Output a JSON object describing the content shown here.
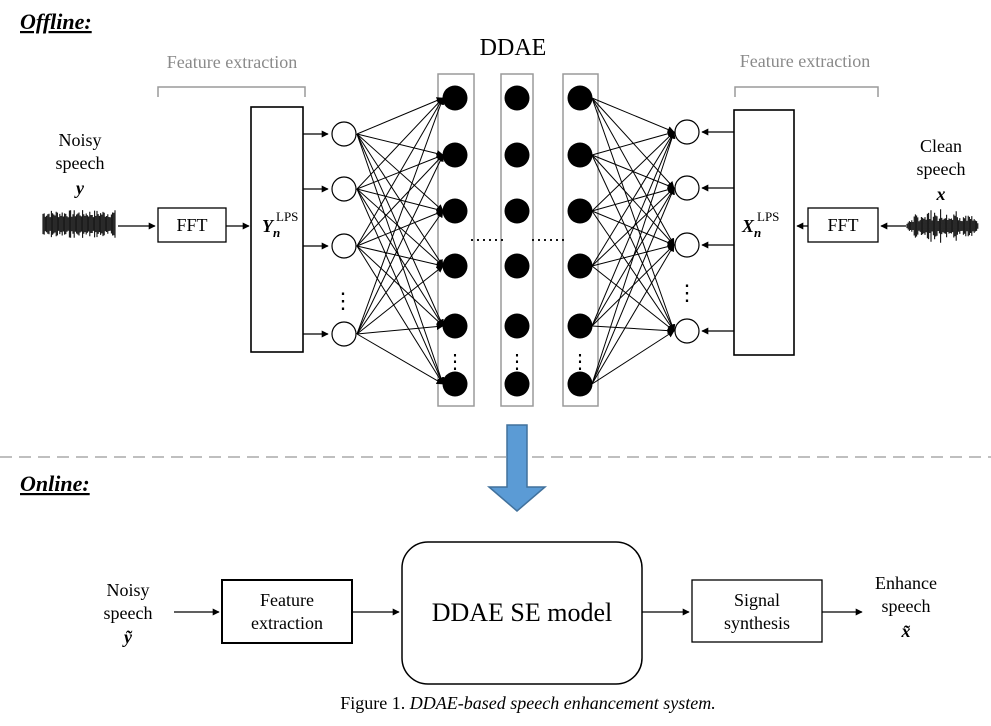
{
  "sections": {
    "offline": "Offline:",
    "online": "Online:"
  },
  "offline": {
    "ddae_title": "DDAE",
    "feature_extraction_left": "Feature extraction",
    "feature_extraction_right": "Feature extraction",
    "noisy_line1": "Noisy",
    "noisy_line2": "speech",
    "noisy_var": "y",
    "clean_line1": "Clean",
    "clean_line2": "speech",
    "clean_var": "x",
    "fft_left": "FFT",
    "fft_right": "FFT",
    "y_main": "Y",
    "y_sub": "n",
    "y_sup": "LPS",
    "x_main": "X",
    "x_sub": "n",
    "x_sup": "LPS",
    "dots_h": "⋯⋯",
    "dots_v": "⋮"
  },
  "online": {
    "noisy_line1": "Noisy",
    "noisy_line2": "speech",
    "noisy_var": "ỹ",
    "feature_line1": "Feature",
    "feature_line2": "extraction",
    "model_label": "DDAE SE model",
    "signal_line1": "Signal",
    "signal_line2": "synthesis",
    "enhance_line1": "Enhance",
    "enhance_line2": "speech",
    "enhance_var": "x̃"
  },
  "caption": {
    "prefix": "Figure 1. ",
    "text": "DDAE-based speech enhancement system."
  },
  "colors": {
    "arrow_fill": "#5b9bd5",
    "arrow_stroke": "#41719c",
    "gray_text": "#8a8a8a",
    "divider": "#bfbfbf"
  }
}
